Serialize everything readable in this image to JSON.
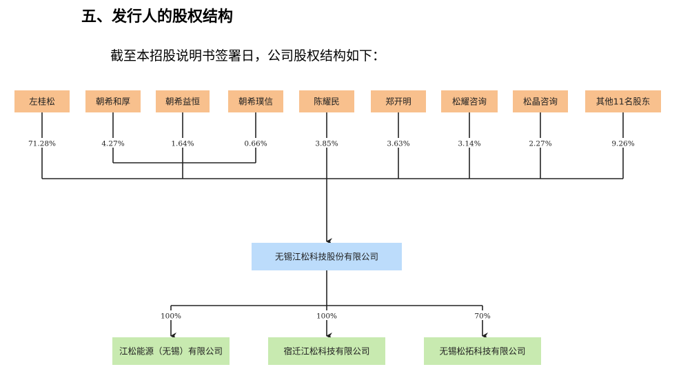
{
  "section": {
    "heading": "五、发行人的股权结构",
    "intro": "截至本招股说明书签署日，公司股权结构如下："
  },
  "colors": {
    "shareholder_fill": "#f8c08d",
    "company_fill": "#bcdcfb",
    "subsidiary_fill": "#c8eab0",
    "line": "#222222"
  },
  "shareholders": [
    {
      "name": "左桂松",
      "pct": "71.28%"
    },
    {
      "name": "朝希和厚",
      "pct": "4.27%"
    },
    {
      "name": "朝希益恒",
      "pct": "1.64%"
    },
    {
      "name": "朝希璞信",
      "pct": "0.66%"
    },
    {
      "name": "陈耀民",
      "pct": "3.85%"
    },
    {
      "name": "郑开明",
      "pct": "3.63%"
    },
    {
      "name": "松耀咨询",
      "pct": "3.14%"
    },
    {
      "name": "松晶咨询",
      "pct": "2.27%"
    },
    {
      "name": "其他11名股东",
      "pct": "9.26%"
    }
  ],
  "company": {
    "name": "无锡江松科技股份有限公司"
  },
  "subsidiaries": [
    {
      "name": "江松能源（无锡）有限公司",
      "pct": "100%"
    },
    {
      "name": "宿迁江松科技有限公司",
      "pct": "100%"
    },
    {
      "name": "无锡松拓科技有限公司",
      "pct": "70%"
    }
  ]
}
